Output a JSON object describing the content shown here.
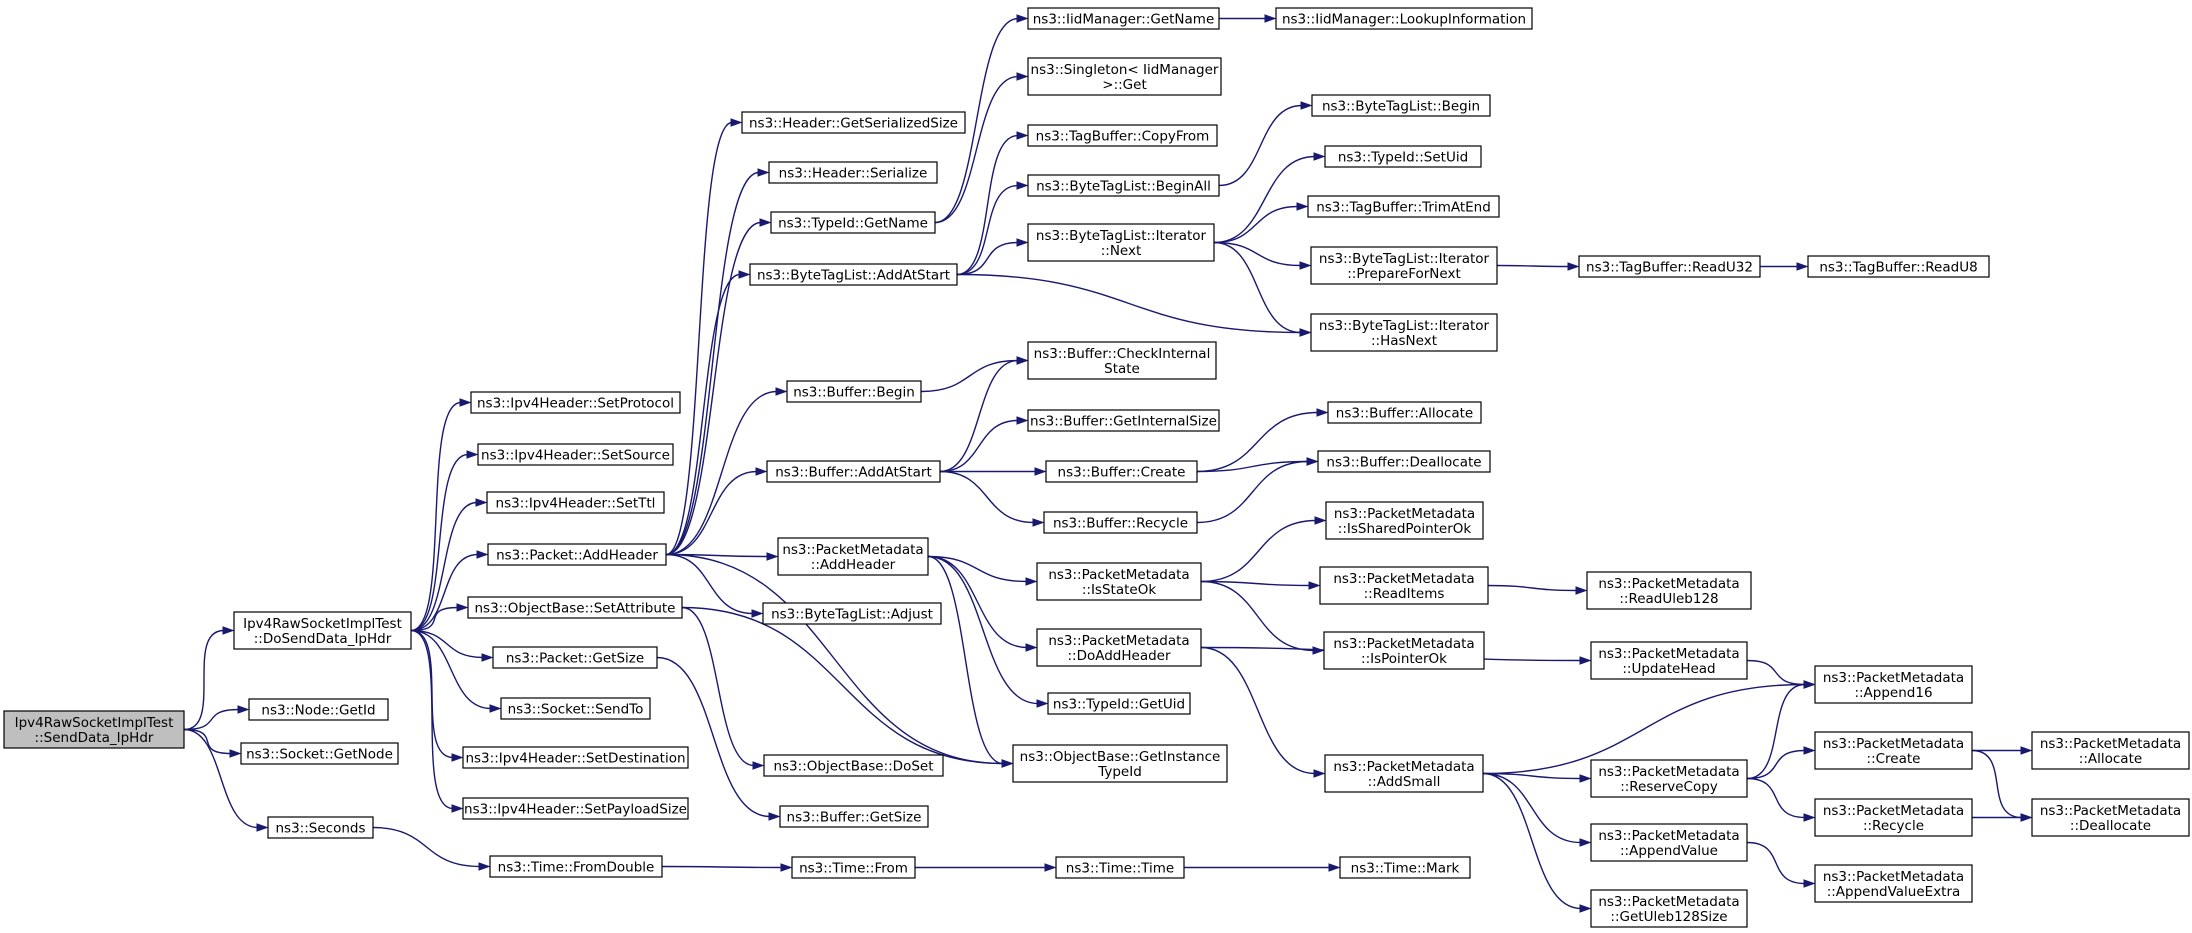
{
  "graph": {
    "edge_color": "#191970",
    "root_fill": "#bfbfbf",
    "node_fill": "#ffffff",
    "nodes": [
      {
        "id": "root",
        "lines": [
          "Ipv4RawSocketImplTest",
          "::SendData_IpHdr"
        ],
        "root": true
      },
      {
        "id": "doSend",
        "lines": [
          "Ipv4RawSocketImplTest",
          "::DoSendData_IpHdr"
        ]
      },
      {
        "id": "nodeGetId",
        "lines": [
          "ns3::Node::GetId"
        ]
      },
      {
        "id": "socketGetNode",
        "lines": [
          "ns3::Socket::GetNode"
        ]
      },
      {
        "id": "seconds",
        "lines": [
          "ns3::Seconds"
        ]
      },
      {
        "id": "setProtocol",
        "lines": [
          "ns3::Ipv4Header::SetProtocol"
        ]
      },
      {
        "id": "setSource",
        "lines": [
          "ns3::Ipv4Header::SetSource"
        ]
      },
      {
        "id": "setTtl",
        "lines": [
          "ns3::Ipv4Header::SetTtl"
        ]
      },
      {
        "id": "packetAddHeader",
        "lines": [
          "ns3::Packet::AddHeader"
        ]
      },
      {
        "id": "objSetAttribute",
        "lines": [
          "ns3::ObjectBase::SetAttribute"
        ]
      },
      {
        "id": "packetGetSize",
        "lines": [
          "ns3::Packet::GetSize"
        ]
      },
      {
        "id": "socketSendTo",
        "lines": [
          "ns3::Socket::SendTo"
        ]
      },
      {
        "id": "setDestination",
        "lines": [
          "ns3::Ipv4Header::SetDestination"
        ]
      },
      {
        "id": "setPayloadSize",
        "lines": [
          "ns3::Ipv4Header::SetPayloadSize"
        ]
      },
      {
        "id": "timeFromDouble",
        "lines": [
          "ns3::Time::FromDouble"
        ]
      },
      {
        "id": "headerGetSerSize",
        "lines": [
          "ns3::Header::GetSerializedSize"
        ]
      },
      {
        "id": "headerSerialize",
        "lines": [
          "ns3::Header::Serialize"
        ]
      },
      {
        "id": "typeIdGetName",
        "lines": [
          "ns3::TypeId::GetName"
        ]
      },
      {
        "id": "btlAddAtStart",
        "lines": [
          "ns3::ByteTagList::AddAtStart"
        ]
      },
      {
        "id": "bufferBegin",
        "lines": [
          "ns3::Buffer::Begin"
        ]
      },
      {
        "id": "bufferAddAtStart",
        "lines": [
          "ns3::Buffer::AddAtStart"
        ]
      },
      {
        "id": "pmAddHeader",
        "lines": [
          "ns3::PacketMetadata",
          "::AddHeader"
        ]
      },
      {
        "id": "btlAdjust",
        "lines": [
          "ns3::ByteTagList::Adjust"
        ]
      },
      {
        "id": "objDoSet",
        "lines": [
          "ns3::ObjectBase::DoSet"
        ]
      },
      {
        "id": "bufferGetSize",
        "lines": [
          "ns3::Buffer::GetSize"
        ]
      },
      {
        "id": "timeFrom",
        "lines": [
          "ns3::Time::From"
        ]
      },
      {
        "id": "iidGetName",
        "lines": [
          "ns3::IidManager::GetName"
        ]
      },
      {
        "id": "singletonGet",
        "lines": [
          "ns3::Singleton< IidManager",
          ">::Get"
        ]
      },
      {
        "id": "tagBufCopyFrom",
        "lines": [
          "ns3::TagBuffer::CopyFrom"
        ]
      },
      {
        "id": "btlBeginAll",
        "lines": [
          "ns3::ByteTagList::BeginAll"
        ]
      },
      {
        "id": "btlIterNext",
        "lines": [
          "ns3::ByteTagList::Iterator",
          "::Next"
        ]
      },
      {
        "id": "bufCheckInternal",
        "lines": [
          "ns3::Buffer::CheckInternal",
          "State"
        ]
      },
      {
        "id": "bufGetInternalSize",
        "lines": [
          "ns3::Buffer::GetInternalSize"
        ]
      },
      {
        "id": "bufCreate",
        "lines": [
          "ns3::Buffer::Create"
        ]
      },
      {
        "id": "bufRecycle",
        "lines": [
          "ns3::Buffer::Recycle"
        ]
      },
      {
        "id": "pmIsStateOk",
        "lines": [
          "ns3::PacketMetadata",
          "::IsStateOk"
        ]
      },
      {
        "id": "pmDoAddHeader",
        "lines": [
          "ns3::PacketMetadata",
          "::DoAddHeader"
        ]
      },
      {
        "id": "typeIdGetUid",
        "lines": [
          "ns3::TypeId::GetUid"
        ]
      },
      {
        "id": "objGetInstTypeId",
        "lines": [
          "ns3::ObjectBase::GetInstance",
          "TypeId"
        ]
      },
      {
        "id": "timeTime",
        "lines": [
          "ns3::Time::Time"
        ]
      },
      {
        "id": "iidLookupInfo",
        "lines": [
          "ns3::IidManager::LookupInformation"
        ]
      },
      {
        "id": "btlBegin",
        "lines": [
          "ns3::ByteTagList::Begin"
        ]
      },
      {
        "id": "typeIdSetUid",
        "lines": [
          "ns3::TypeId::SetUid"
        ]
      },
      {
        "id": "tagBufTrimAtEnd",
        "lines": [
          "ns3::TagBuffer::TrimAtEnd"
        ]
      },
      {
        "id": "btlIterPrepare",
        "lines": [
          "ns3::ByteTagList::Iterator",
          "::PrepareForNext"
        ]
      },
      {
        "id": "btlIterHasNext",
        "lines": [
          "ns3::ByteTagList::Iterator",
          "::HasNext"
        ]
      },
      {
        "id": "bufAllocate",
        "lines": [
          "ns3::Buffer::Allocate"
        ]
      },
      {
        "id": "bufDeallocate",
        "lines": [
          "ns3::Buffer::Deallocate"
        ]
      },
      {
        "id": "pmIsSharedPtrOk",
        "lines": [
          "ns3::PacketMetadata",
          "::IsSharedPointerOk"
        ]
      },
      {
        "id": "pmReadItems",
        "lines": [
          "ns3::PacketMetadata",
          "::ReadItems"
        ]
      },
      {
        "id": "pmIsPointerOk",
        "lines": [
          "ns3::PacketMetadata",
          "::IsPointerOk"
        ]
      },
      {
        "id": "pmAddSmall",
        "lines": [
          "ns3::PacketMetadata",
          "::AddSmall"
        ]
      },
      {
        "id": "timeMark",
        "lines": [
          "ns3::Time::Mark"
        ]
      },
      {
        "id": "tagBufReadU32",
        "lines": [
          "ns3::TagBuffer::ReadU32"
        ]
      },
      {
        "id": "pmReadUleb128",
        "lines": [
          "ns3::PacketMetadata",
          "::ReadUleb128"
        ]
      },
      {
        "id": "pmUpdateHead",
        "lines": [
          "ns3::PacketMetadata",
          "::UpdateHead"
        ]
      },
      {
        "id": "pmReserveCopy",
        "lines": [
          "ns3::PacketMetadata",
          "::ReserveCopy"
        ]
      },
      {
        "id": "pmAppendValue",
        "lines": [
          "ns3::PacketMetadata",
          "::AppendValue"
        ]
      },
      {
        "id": "pmGetUleb128Size",
        "lines": [
          "ns3::PacketMetadata",
          "::GetUleb128Size"
        ]
      },
      {
        "id": "tagBufReadU8",
        "lines": [
          "ns3::TagBuffer::ReadU8"
        ]
      },
      {
        "id": "pmAppend16",
        "lines": [
          "ns3::PacketMetadata",
          "::Append16"
        ]
      },
      {
        "id": "pmCreate",
        "lines": [
          "ns3::PacketMetadata",
          "::Create"
        ]
      },
      {
        "id": "pmRecycle",
        "lines": [
          "ns3::PacketMetadata",
          "::Recycle"
        ]
      },
      {
        "id": "pmAppendValueExtra",
        "lines": [
          "ns3::PacketMetadata",
          "::AppendValueExtra"
        ]
      },
      {
        "id": "pmAllocate",
        "lines": [
          "ns3::PacketMetadata",
          "::Allocate"
        ]
      },
      {
        "id": "pmDeallocate",
        "lines": [
          "ns3::PacketMetadata",
          "::Deallocate"
        ]
      }
    ],
    "edges": [
      [
        "root",
        "doSend"
      ],
      [
        "root",
        "nodeGetId"
      ],
      [
        "root",
        "socketGetNode"
      ],
      [
        "root",
        "seconds"
      ],
      [
        "doSend",
        "setProtocol"
      ],
      [
        "doSend",
        "setSource"
      ],
      [
        "doSend",
        "setTtl"
      ],
      [
        "doSend",
        "packetAddHeader"
      ],
      [
        "doSend",
        "objSetAttribute"
      ],
      [
        "doSend",
        "packetGetSize"
      ],
      [
        "doSend",
        "socketSendTo"
      ],
      [
        "doSend",
        "setDestination"
      ],
      [
        "doSend",
        "setPayloadSize"
      ],
      [
        "seconds",
        "timeFromDouble"
      ],
      [
        "packetAddHeader",
        "headerGetSerSize"
      ],
      [
        "packetAddHeader",
        "headerSerialize"
      ],
      [
        "packetAddHeader",
        "typeIdGetName"
      ],
      [
        "packetAddHeader",
        "btlAddAtStart"
      ],
      [
        "packetAddHeader",
        "bufferBegin"
      ],
      [
        "packetAddHeader",
        "bufferAddAtStart"
      ],
      [
        "packetAddHeader",
        "pmAddHeader"
      ],
      [
        "packetAddHeader",
        "btlAdjust"
      ],
      [
        "packetAddHeader",
        "objGetInstTypeId"
      ],
      [
        "objSetAttribute",
        "objDoSet"
      ],
      [
        "objSetAttribute",
        "objGetInstTypeId"
      ],
      [
        "packetGetSize",
        "bufferGetSize"
      ],
      [
        "timeFromDouble",
        "timeFrom"
      ],
      [
        "typeIdGetName",
        "iidGetName"
      ],
      [
        "typeIdGetName",
        "singletonGet"
      ],
      [
        "btlAddAtStart",
        "tagBufCopyFrom"
      ],
      [
        "btlAddAtStart",
        "btlBeginAll"
      ],
      [
        "btlAddAtStart",
        "btlIterNext"
      ],
      [
        "btlAddAtStart",
        "btlIterHasNext"
      ],
      [
        "bufferBegin",
        "bufCheckInternal"
      ],
      [
        "bufferAddAtStart",
        "bufCheckInternal"
      ],
      [
        "bufferAddAtStart",
        "bufGetInternalSize"
      ],
      [
        "bufferAddAtStart",
        "bufCreate"
      ],
      [
        "bufferAddAtStart",
        "bufRecycle"
      ],
      [
        "pmAddHeader",
        "pmIsStateOk"
      ],
      [
        "pmAddHeader",
        "pmDoAddHeader"
      ],
      [
        "pmAddHeader",
        "typeIdGetUid"
      ],
      [
        "pmAddHeader",
        "objGetInstTypeId"
      ],
      [
        "timeFrom",
        "timeTime"
      ],
      [
        "iidGetName",
        "iidLookupInfo"
      ],
      [
        "btlBeginAll",
        "btlBegin"
      ],
      [
        "btlIterNext",
        "typeIdSetUid"
      ],
      [
        "btlIterNext",
        "tagBufTrimAtEnd"
      ],
      [
        "btlIterNext",
        "btlIterPrepare"
      ],
      [
        "btlIterNext",
        "btlIterHasNext"
      ],
      [
        "bufCreate",
        "bufAllocate"
      ],
      [
        "bufCreate",
        "bufDeallocate"
      ],
      [
        "bufRecycle",
        "bufDeallocate"
      ],
      [
        "pmIsStateOk",
        "pmIsSharedPtrOk"
      ],
      [
        "pmIsStateOk",
        "pmReadItems"
      ],
      [
        "pmIsStateOk",
        "pmIsPointerOk"
      ],
      [
        "pmDoAddHeader",
        "pmUpdateHead"
      ],
      [
        "pmDoAddHeader",
        "pmAddSmall"
      ],
      [
        "timeTime",
        "timeMark"
      ],
      [
        "btlIterPrepare",
        "tagBufReadU32"
      ],
      [
        "pmReadItems",
        "pmReadUleb128"
      ],
      [
        "pmAddSmall",
        "pmAppend16"
      ],
      [
        "pmAddSmall",
        "pmReserveCopy"
      ],
      [
        "pmAddSmall",
        "pmAppendValue"
      ],
      [
        "pmAddSmall",
        "pmGetUleb128Size"
      ],
      [
        "tagBufReadU32",
        "tagBufReadU8"
      ],
      [
        "pmUpdateHead",
        "pmAppend16"
      ],
      [
        "pmReserveCopy",
        "pmAppend16"
      ],
      [
        "pmReserveCopy",
        "pmCreate"
      ],
      [
        "pmReserveCopy",
        "pmRecycle"
      ],
      [
        "pmAppendValue",
        "pmAppendValueExtra"
      ],
      [
        "pmCreate",
        "pmAllocate"
      ],
      [
        "pmCreate",
        "pmDeallocate"
      ],
      [
        "pmRecycle",
        "pmDeallocate"
      ]
    ]
  }
}
